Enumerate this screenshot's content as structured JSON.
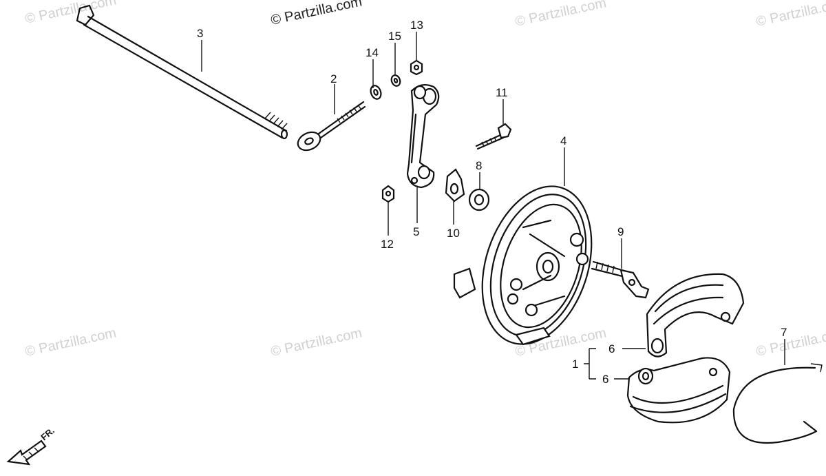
{
  "watermark": {
    "text": "© Partzilla.com",
    "top_text": "© Partzilla.com"
  },
  "direction_label": "FR.",
  "callouts": {
    "c1": "1",
    "c2": "2",
    "c3": "3",
    "c4": "4",
    "c5": "5",
    "c6a": "6",
    "c6b": "6",
    "c7": "7",
    "c8": "8",
    "c9": "9",
    "c10": "10",
    "c11": "11",
    "c12": "12",
    "c13": "13",
    "c14": "14",
    "c15": "15"
  },
  "colors": {
    "ink": "#111111",
    "watermark": "#d0d0d0",
    "background": "#ffffff"
  }
}
